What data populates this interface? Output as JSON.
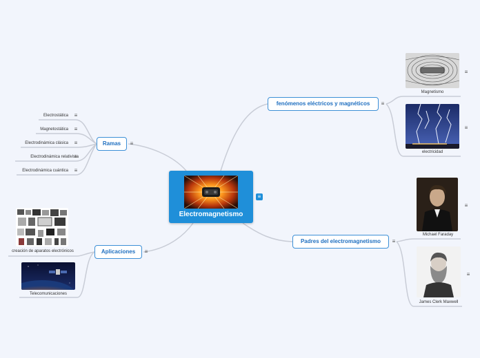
{
  "central": {
    "label": "Electromagnetismo"
  },
  "branches": {
    "ramas": {
      "label": "Ramas",
      "items": [
        "Electrostática",
        "Magnetostática",
        "Electrodinámica clásica",
        "Electrodinámica relativista",
        "Electrodinámica cuántica"
      ]
    },
    "aplicaciones": {
      "label": "Aplicaciones",
      "items": [
        "creación de aparatos electrónicos",
        "Telecomunicaciones"
      ]
    },
    "fenomenos": {
      "label": "fenómenos eléctricos y magnéticos",
      "items": [
        "Magnetismo",
        "electricidad"
      ]
    },
    "padres": {
      "label": "Padres del electromagnetismo",
      "items": [
        "Michael Faraday",
        "James Clerk Maxwell"
      ]
    }
  },
  "icons": {
    "menu": "≡"
  },
  "colors": {
    "accent": "#1f8fd9",
    "link": "#c9ccd6",
    "topic_text": "#1f6fc0"
  }
}
